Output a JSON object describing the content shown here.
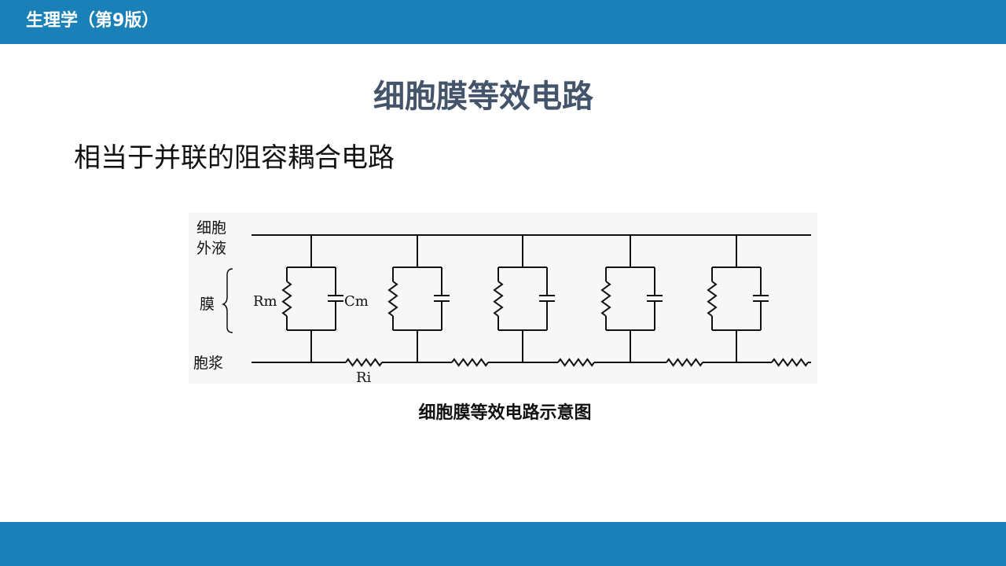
{
  "header": {
    "book_title": "生理学（第9版）",
    "bar_color": "#1a80b8"
  },
  "slide": {
    "title": "细胞膜等效电路",
    "subtitle": "相当于并联的阻容耦合电路",
    "title_color": "#44546a"
  },
  "diagram": {
    "labels": {
      "extracellular_line1": "细胞",
      "extracellular_line2": "外液",
      "membrane": "膜",
      "cytoplasm": "胞浆",
      "membrane_resistance": "Rm",
      "membrane_capacitance": "Cm",
      "internal_resistance": "Ri"
    },
    "parallel_rc_units": 5,
    "caption": "细胞膜等效电路示意图"
  },
  "footer": {
    "bar_color": "#1a80b8"
  }
}
